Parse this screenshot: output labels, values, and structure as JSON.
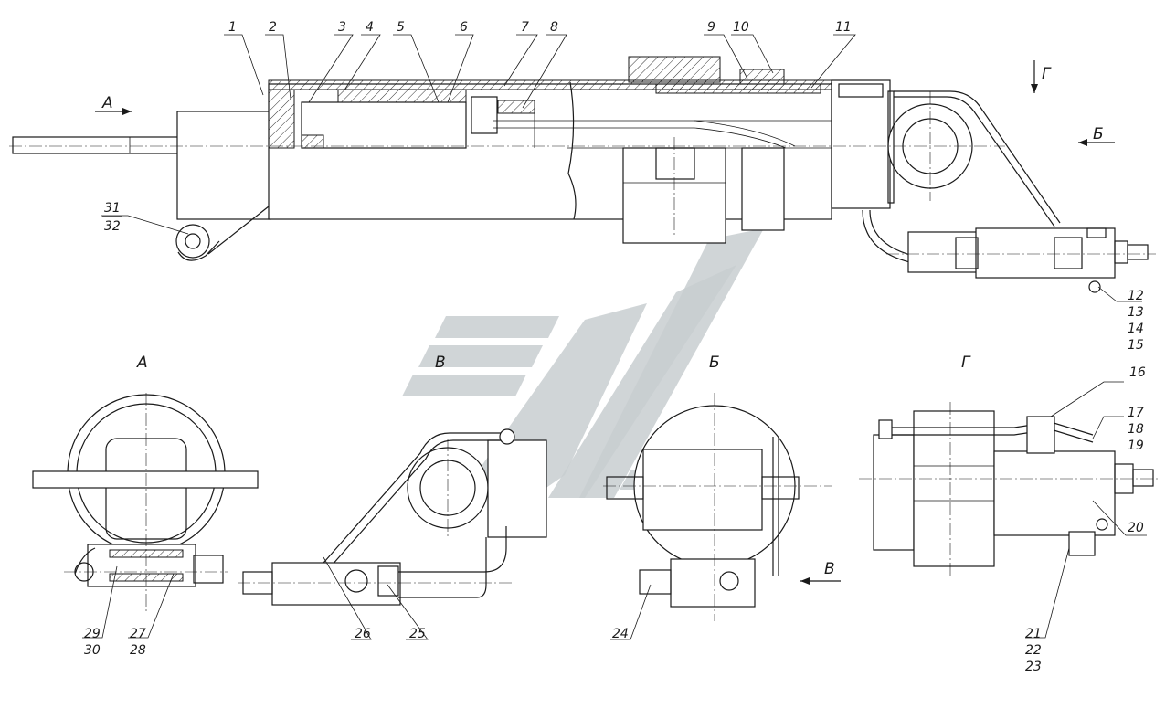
{
  "callouts_top": [
    "1",
    "2",
    "3",
    "4",
    "5",
    "6",
    "7",
    "8",
    "9",
    "10",
    "11"
  ],
  "callouts_right": [
    "12",
    "13",
    "14",
    "15"
  ],
  "callouts_left": [
    "31",
    "32"
  ],
  "callouts_g": [
    "16",
    "17",
    "18",
    "19",
    "20",
    "21",
    "22",
    "23"
  ],
  "callouts_b": [
    "24"
  ],
  "callouts_v": [
    "25",
    "26"
  ],
  "callouts_a": [
    "27",
    "28",
    "29",
    "30"
  ],
  "view_labels": {
    "a": "А",
    "b": "Б",
    "v": "В",
    "g": "Г"
  },
  "arrow_labels": {
    "a": "А",
    "b": "Б",
    "g": "Г",
    "v": "В"
  },
  "colors": {
    "line": "#1a1a1a",
    "watermark": "#c8ced0",
    "background": "#ffffff"
  }
}
